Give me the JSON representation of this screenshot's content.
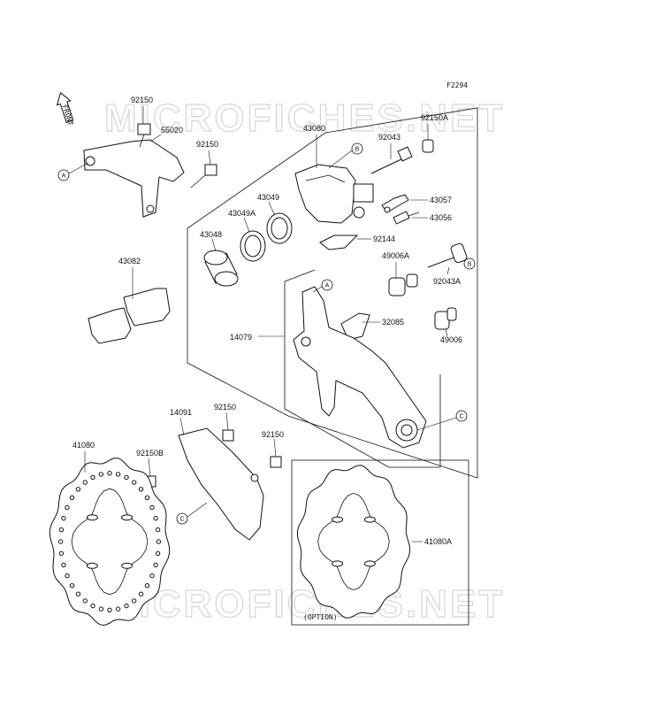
{
  "figure_code": "F2294",
  "front_arrow_label": "FRONT",
  "watermark": "MICROFICHES.NET",
  "option_label": "(OPTION)",
  "callouts": {
    "a": "A",
    "b": "B",
    "c": "C"
  },
  "part_numbers": {
    "p92150_top": "92150",
    "p55020": "55020",
    "p92150_mid": "92150",
    "p43080": "43080",
    "p92043": "92043",
    "p92150A": "92150A",
    "p43049": "43049",
    "p43049A": "43049A",
    "p43057": "43057",
    "p43048": "43048",
    "p43056": "43056",
    "p92144": "92144",
    "p43082": "43082",
    "p49006A": "49006A",
    "p92043A": "92043A",
    "p32085": "32085",
    "p14079": "14079",
    "p49006": "49006",
    "p14091": "14091",
    "p92150_low": "92150",
    "p41080": "41080",
    "p92150B": "92150B",
    "p92150_right": "92150",
    "p41080A": "41080A"
  }
}
